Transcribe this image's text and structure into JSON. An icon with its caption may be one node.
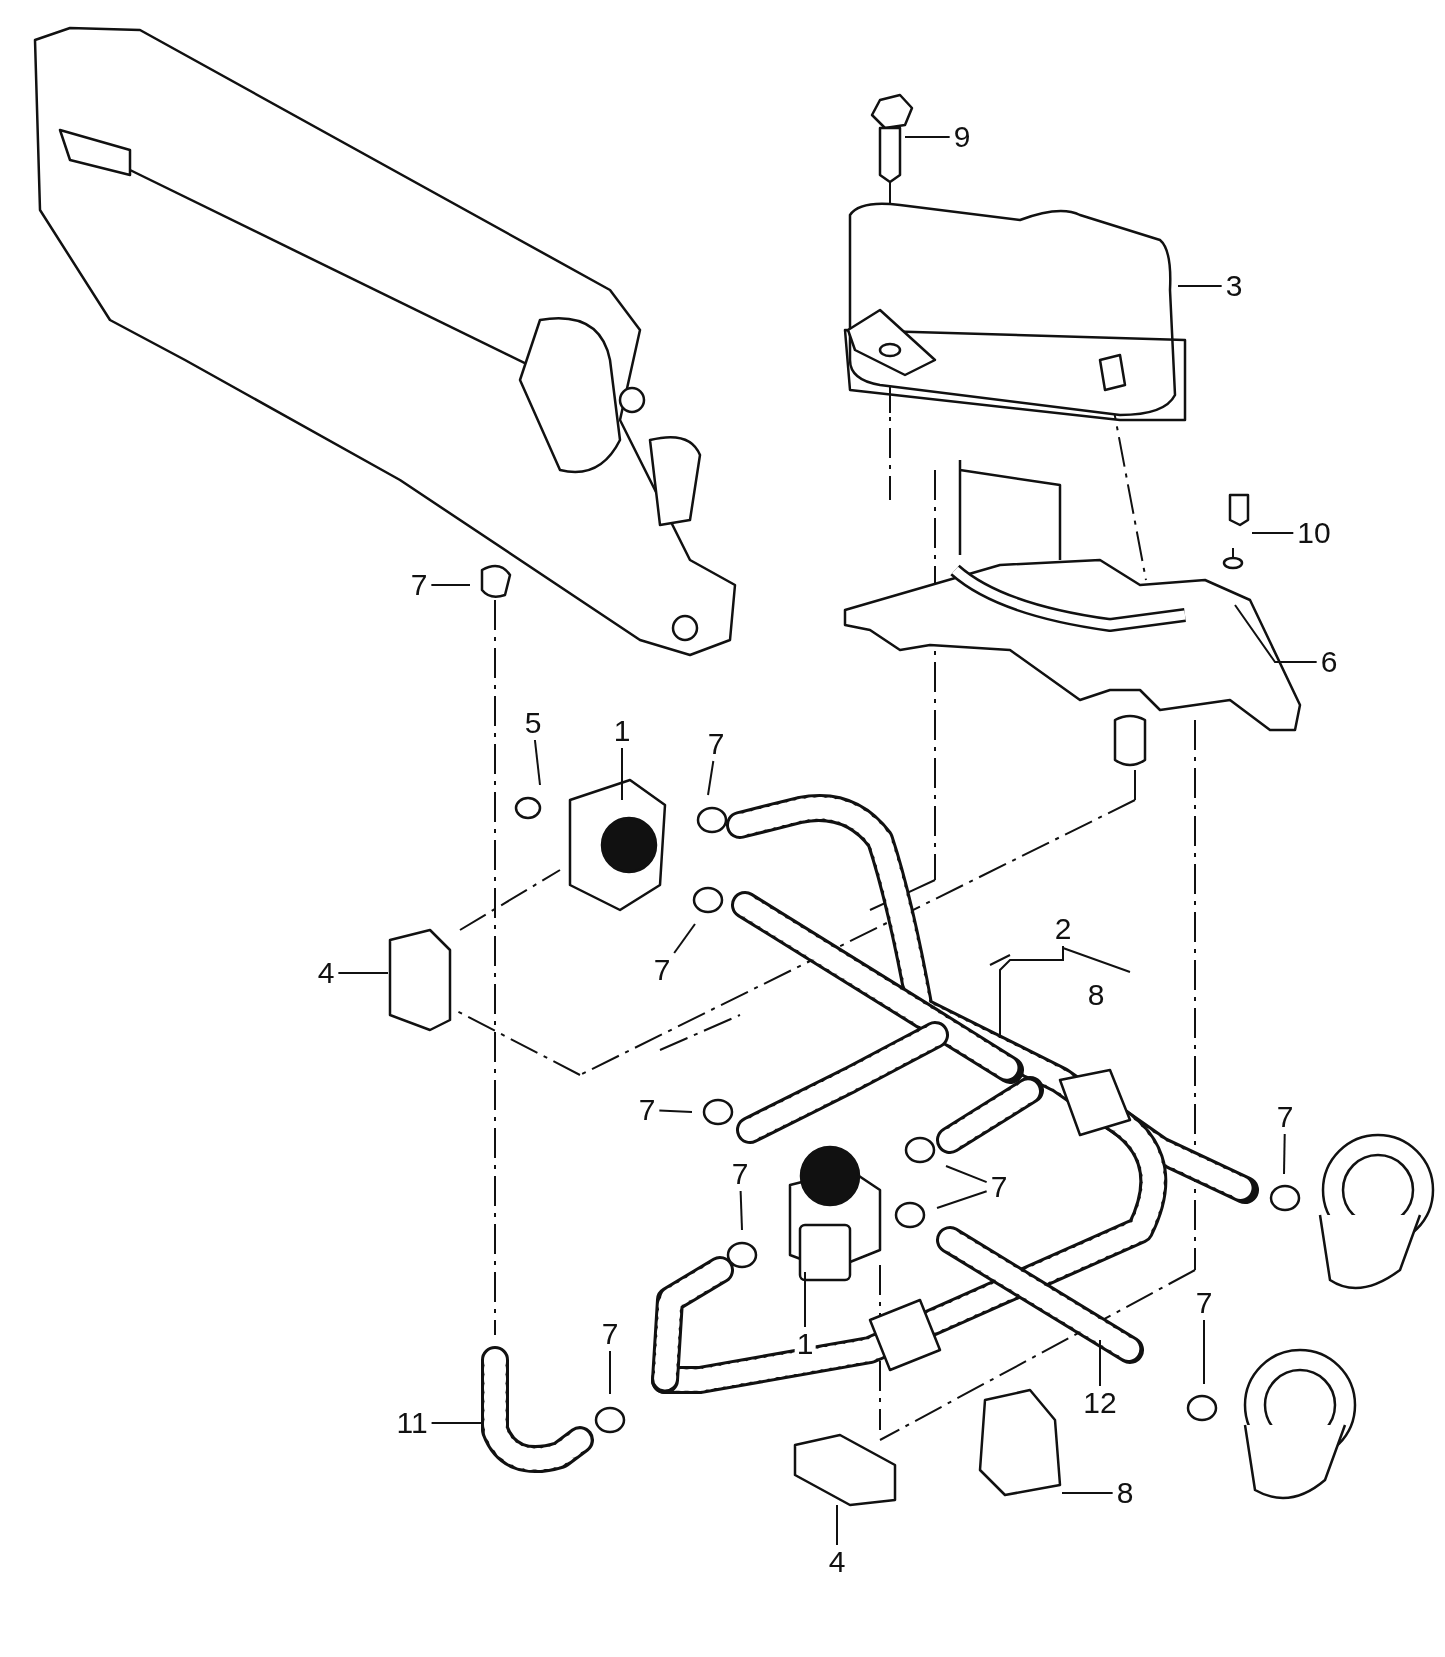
{
  "diagram": {
    "nodes": [
      {
        "text": [
          "9"
        ]
      },
      {
        "text": [
          "3"
        ]
      },
      {
        "text": [
          "10"
        ]
      },
      {
        "text": [
          "7"
        ]
      },
      {
        "text": [
          "6"
        ]
      },
      {
        "text": [
          "5"
        ]
      },
      {
        "text": [
          "1"
        ]
      },
      {
        "text": [
          "7"
        ]
      },
      {
        "text": [
          "7"
        ]
      },
      {
        "text": [
          "4"
        ]
      },
      {
        "text": [
          "2"
        ]
      },
      {
        "text": [
          "7"
        ]
      },
      {
        "text": [
          "7"
        ]
      },
      {
        "text": [
          "7"
        ]
      },
      {
        "text": [
          "7"
        ]
      },
      {
        "text": [
          "7"
        ]
      },
      {
        "text": [
          "1"
        ]
      },
      {
        "text": [
          "7"
        ]
      },
      {
        "text": [
          "11"
        ]
      },
      {
        "text": [
          "12"
        ]
      },
      {
        "text": [
          "8"
        ]
      },
      {
        "text": [
          "4"
        ]
      },
      {
        "text": [
          "8"
        ]
      }
    ],
    "edges": [
      {
        "from": 0,
        "to": null,
        "arrow": "none"
      },
      {
        "from": 1,
        "to": null,
        "arrow": "none"
      },
      {
        "from": 2,
        "to": null,
        "arrow": "none"
      },
      {
        "from": 3,
        "to": null,
        "arrow": "none"
      },
      {
        "from": 4,
        "to": null,
        "arrow": "none"
      },
      {
        "from": 5,
        "to": null,
        "arrow": "none"
      },
      {
        "from": 6,
        "to": null,
        "arrow": "none"
      },
      {
        "from": 7,
        "to": null,
        "arrow": "none"
      },
      {
        "from": 8,
        "to": null,
        "arrow": "none"
      },
      {
        "from": 9,
        "to": null,
        "arrow": "none"
      },
      {
        "from": 10,
        "to": null,
        "arrow": "none"
      },
      {
        "from": 11,
        "to": null,
        "arrow": "none"
      },
      {
        "from": 12,
        "to": null,
        "arrow": "none"
      },
      {
        "from": 13,
        "to": null,
        "arrow": "none"
      },
      {
        "from": 14,
        "to": null,
        "arrow": "none"
      },
      {
        "from": 14,
        "to": null,
        "arrow": "none"
      },
      {
        "from": 15,
        "to": null,
        "arrow": "none"
      },
      {
        "from": 16,
        "to": null,
        "arrow": "none"
      },
      {
        "from": 17,
        "to": null,
        "arrow": "none"
      },
      {
        "from": 18,
        "to": null,
        "arrow": "none"
      },
      {
        "from": 19,
        "to": null,
        "arrow": "none"
      },
      {
        "from": 20,
        "to": null,
        "arrow": "none"
      },
      {
        "from": 21,
        "to": null,
        "arrow": "none"
      }
    ]
  }
}
